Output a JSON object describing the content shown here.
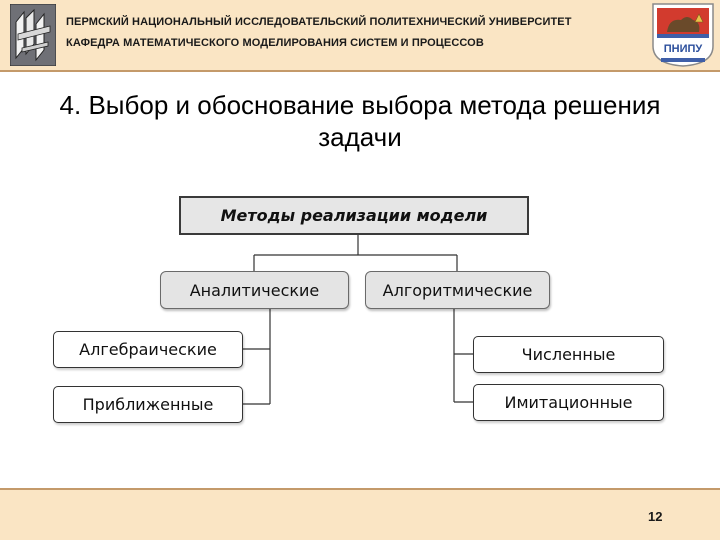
{
  "header": {
    "university": "ПЕРМСКИЙ НАЦИОНАЛЬНЫЙ ИССЛЕДОВАТЕЛЬСКИЙ ПОЛИТЕХНИЧЕСКИЙ УНИВЕРСИТЕТ",
    "department": "КАФЕДРА МАТЕМАТИЧЕСКОГО МОДЕЛИРОВАНИЯ СИСТЕМ И ПРОЦЕССОВ",
    "logo_right_text": "ПНИПУ"
  },
  "slide": {
    "title": "4. Выбор и обоснование выбора метода решения задачи"
  },
  "diagram": {
    "root": "Методы реализации модели",
    "branches": [
      {
        "label": "Аналитические",
        "children": [
          "Алгебраические",
          "Приближенные"
        ]
      },
      {
        "label": "Алгоритмические",
        "children": [
          "Численные",
          "Имитационные"
        ]
      }
    ]
  },
  "footer": {
    "page_number": "12"
  },
  "colors": {
    "header_bg": "#fae5c4",
    "header_rule": "#c49a6a",
    "box_gray": "#e4e4e4",
    "box_border": "#3a3a3a"
  }
}
